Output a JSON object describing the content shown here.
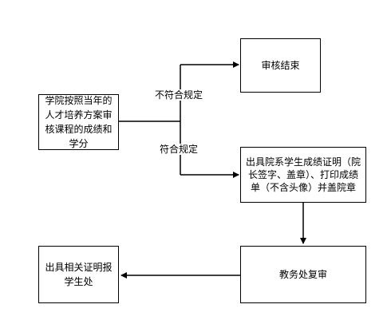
{
  "nodes": {
    "start": "学院按照当年的人才培养方案审核课程的成绩和学分",
    "end_review": "审核结束",
    "issue_cert": "出具院系学生成绩证明（院长签字、盖章）、打印成绩单（不含头像）并盖院章",
    "academic_review": "教务处复审",
    "issue_related": "出具相关证明报学生处"
  },
  "edge_labels": {
    "not_compliant": "不符合规定",
    "compliant": "符合规定"
  },
  "colors": {
    "stroke": "#000000",
    "background": "#ffffff",
    "box_fill": "#ffffff"
  }
}
